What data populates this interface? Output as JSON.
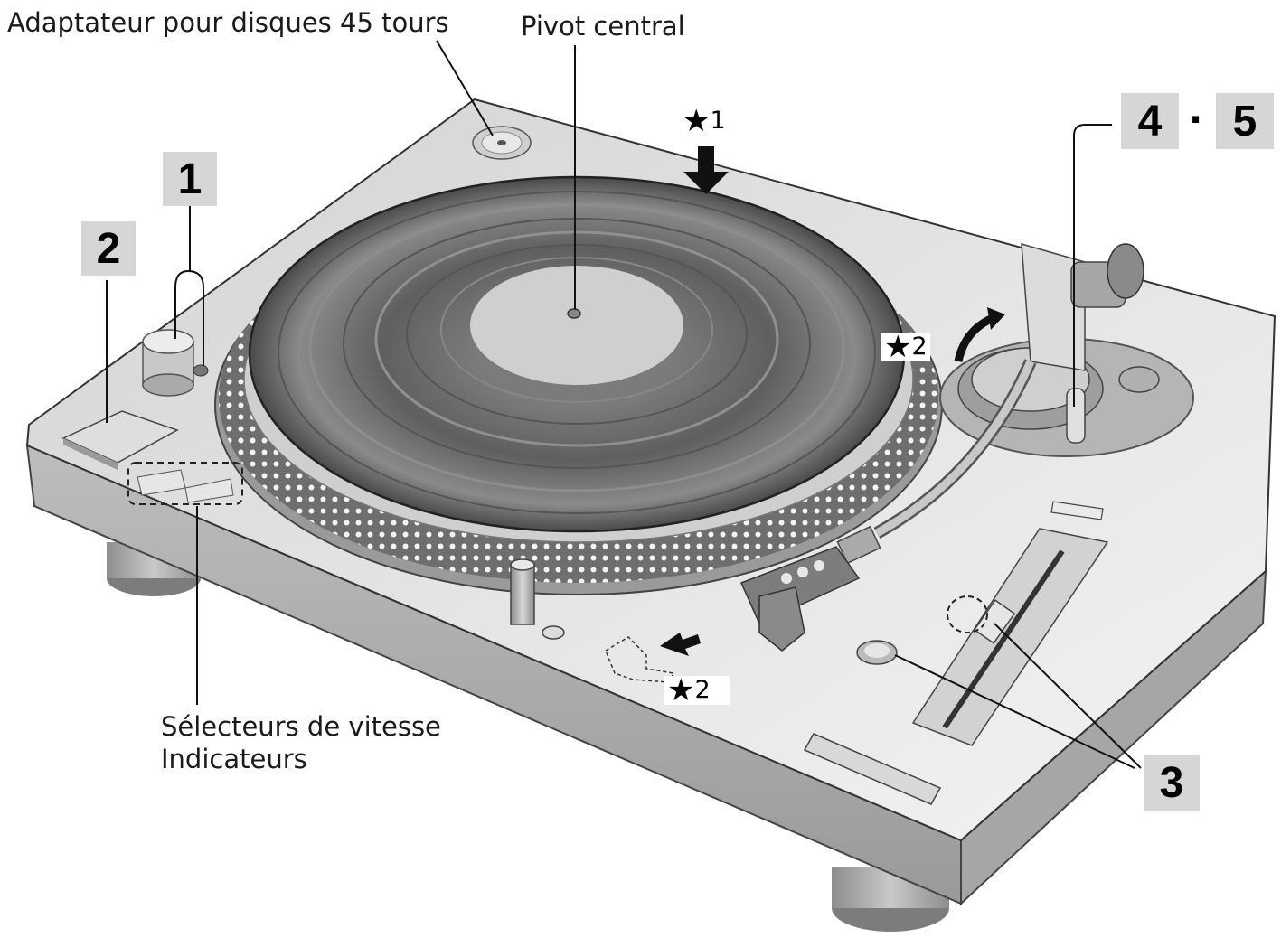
{
  "labels": {
    "adapter": "Adaptateur pour disques 45 tours",
    "pivot": "Pivot central",
    "speed_selectors": "Sélecteurs de vitesse",
    "indicators": "Indicateurs"
  },
  "badges": {
    "b1": "1",
    "b2": "2",
    "b3": "3",
    "b4": "4",
    "b5": "5",
    "separator": "·"
  },
  "notes": {
    "star_symbol": "★",
    "n1": "1",
    "n2a": "2",
    "n2b": "2"
  }
}
